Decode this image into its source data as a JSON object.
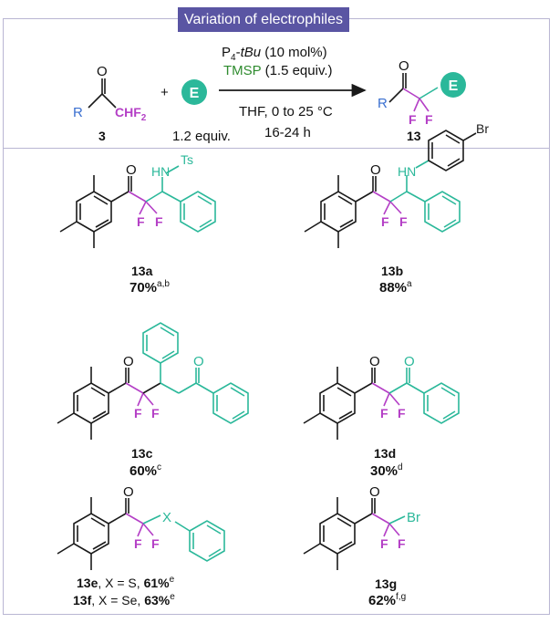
{
  "title": "Variation of electrophiles",
  "scheme": {
    "reactant_label": "3",
    "reactant_group_R": "R",
    "reactant_group_CHF2": "CHF",
    "reactant_group_CHF2_sub": "2",
    "plus": "+",
    "electrophile": "E",
    "electrophile_equiv": "1.2 equiv.",
    "conditions_above_1a": "P",
    "conditions_above_1a_sub": "4",
    "conditions_above_1b": "-",
    "conditions_above_1c": "tBu",
    "conditions_above_1d": " (10 mol%)",
    "conditions_above_2a": "TMSP",
    "conditions_above_2b": " (1.5 equiv.)",
    "conditions_below_1": "THF, 0 to 25 °C",
    "conditions_below_2": "16-24 h",
    "product_label": "13",
    "product_R": "R",
    "product_F1": "F",
    "product_F2": "F",
    "product_E": "E"
  },
  "atoms": {
    "O": "O",
    "F": "F",
    "HN": "HN",
    "Ts": "Ts",
    "Br": "Br",
    "X": "X"
  },
  "compounds": [
    {
      "id": "13a",
      "label": "13a",
      "yield": "70%",
      "note": "a,b"
    },
    {
      "id": "13b",
      "label": "13b",
      "yield": "88%",
      "note": "a"
    },
    {
      "id": "13c",
      "label": "13c",
      "yield": "60%",
      "note": "c"
    },
    {
      "id": "13d",
      "label": "13d",
      "yield": "30%",
      "note": "d"
    },
    {
      "id": "13e",
      "label": "13e",
      "desc": ", X = S, ",
      "yield": "61%",
      "note": "e"
    },
    {
      "id": "13f",
      "label": "13f",
      "desc": ", X = Se, ",
      "yield": "63%",
      "note": "e"
    },
    {
      "id": "13g",
      "label": "13g",
      "yield": "62%",
      "note": "f,g"
    }
  ],
  "colors": {
    "frame": "#b9b6d3",
    "title_bg": "#5a55a3",
    "bond": "#1a1a1a",
    "R_blue": "#3a6fd0",
    "difluoro_magenta": "#b43fc6",
    "electrophile_teal": "#2bb89a",
    "tmsp_green": "#2e8b2e"
  }
}
